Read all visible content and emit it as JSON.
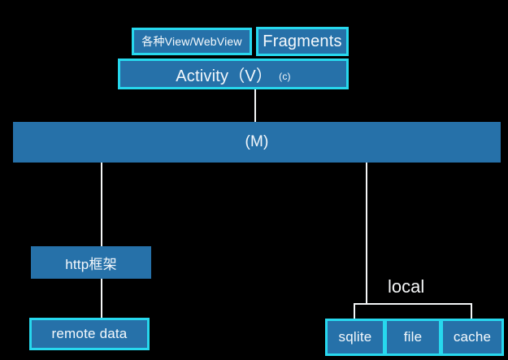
{
  "diagram": {
    "title": "Android MVC architecture layer diagram",
    "background_color": "#000000",
    "node_fill_color": "#2671a9",
    "node_border_color": "#27d8ee",
    "connector_color": "#f4f6f7",
    "text_color": "#f2f7fb"
  },
  "nodes": {
    "views": {
      "label": "各种View/WebView"
    },
    "fragments": {
      "label": "Fragments"
    },
    "activity": {
      "label": "Activity（V）",
      "sublabel": "(c)"
    },
    "model": {
      "label": "(M)"
    },
    "http": {
      "label": "http框架"
    },
    "remote": {
      "label": "remote data"
    },
    "sqlite": {
      "label": "sqlite"
    },
    "file": {
      "label": "file"
    },
    "cache": {
      "label": "cache"
    }
  },
  "labels": {
    "local": "local"
  }
}
